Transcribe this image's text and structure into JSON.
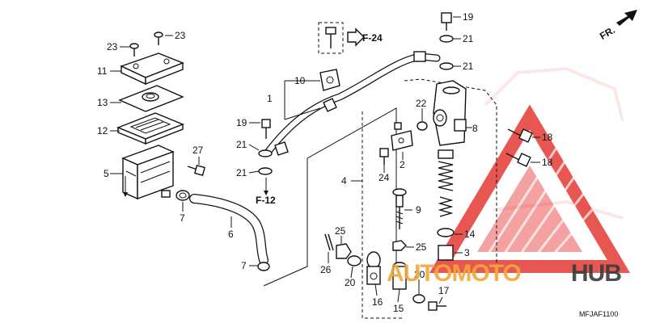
{
  "diagram": {
    "code": "MFJAF1100",
    "fr_label": "FR.",
    "refs": {
      "f24": "F-24",
      "f12": "F-12"
    },
    "callouts": {
      "c1": "1",
      "c2": "2",
      "c3": "3",
      "c4": "4",
      "c5": "5",
      "c6": "6",
      "c7a": "7",
      "c7b": "7",
      "c8": "8",
      "c9": "9",
      "c10": "10",
      "c11": "11",
      "c12": "12",
      "c13": "13",
      "c14": "14",
      "c15": "15",
      "c16": "16",
      "c17": "17",
      "c18a": "18",
      "c18b": "18",
      "c19a": "19",
      "c19b": "19",
      "c20a": "20",
      "c20b": "20",
      "c21a": "21",
      "c21b": "21",
      "c21c": "21",
      "c21d": "21",
      "c22": "22",
      "c23a": "23",
      "c23b": "23",
      "c24": "24",
      "c25a": "25",
      "c25b": "25",
      "c26": "26",
      "c27": "27"
    }
  },
  "watermark": {
    "brand_left": "AUTOMOTO",
    "brand_right": "HUB",
    "left_color": "#f2a63a",
    "right_color": "#3a3a3a",
    "triangle_color": "#e53935"
  }
}
